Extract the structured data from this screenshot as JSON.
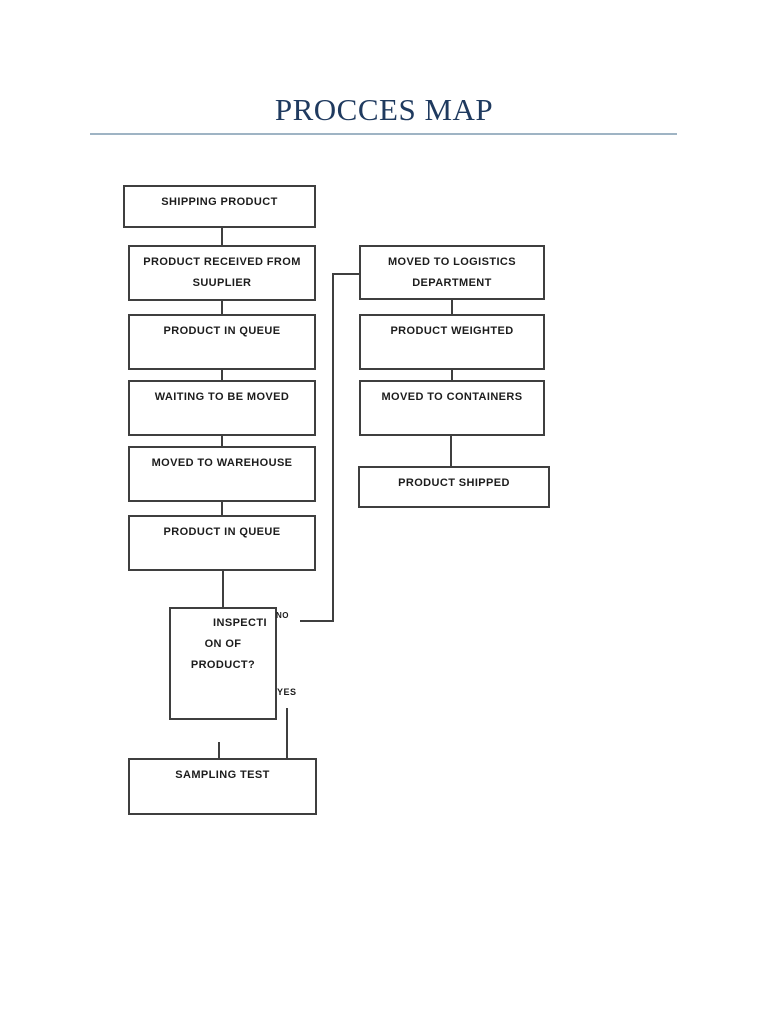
{
  "title": "PROCCES MAP",
  "colors": {
    "title_text": "#1f3a5f",
    "title_rule": "#9fb4c4",
    "box_border": "#3f3f3f",
    "box_text": "#1c1c1c"
  },
  "left_boxes": [
    {
      "label": "SHIPPING PRODUCT"
    },
    {
      "label": "PRODUCT RECEIVED FROM SUUPLIER"
    },
    {
      "label": "PRODUCT IN QUEUE"
    },
    {
      "label": "WAITING TO BE MOVED"
    },
    {
      "label": "MOVED TO WAREHOUSE"
    },
    {
      "label": "PRODUCT IN QUEUE"
    }
  ],
  "decision_box": {
    "line1": "INSPECTI",
    "line2": "ON OF",
    "line3": "PRODUCT?"
  },
  "sampling_box": {
    "label": "SAMPLING TEST"
  },
  "right_boxes": [
    {
      "label": "MOVED TO LOGISTICS DEPARTMENT"
    },
    {
      "label": "PRODUCT WEIGHTED"
    },
    {
      "label": "MOVED TO CONTAINERS"
    },
    {
      "label": "PRODUCT SHIPPED"
    }
  ],
  "branch_labels": {
    "no": "NO",
    "yes": "YES"
  }
}
